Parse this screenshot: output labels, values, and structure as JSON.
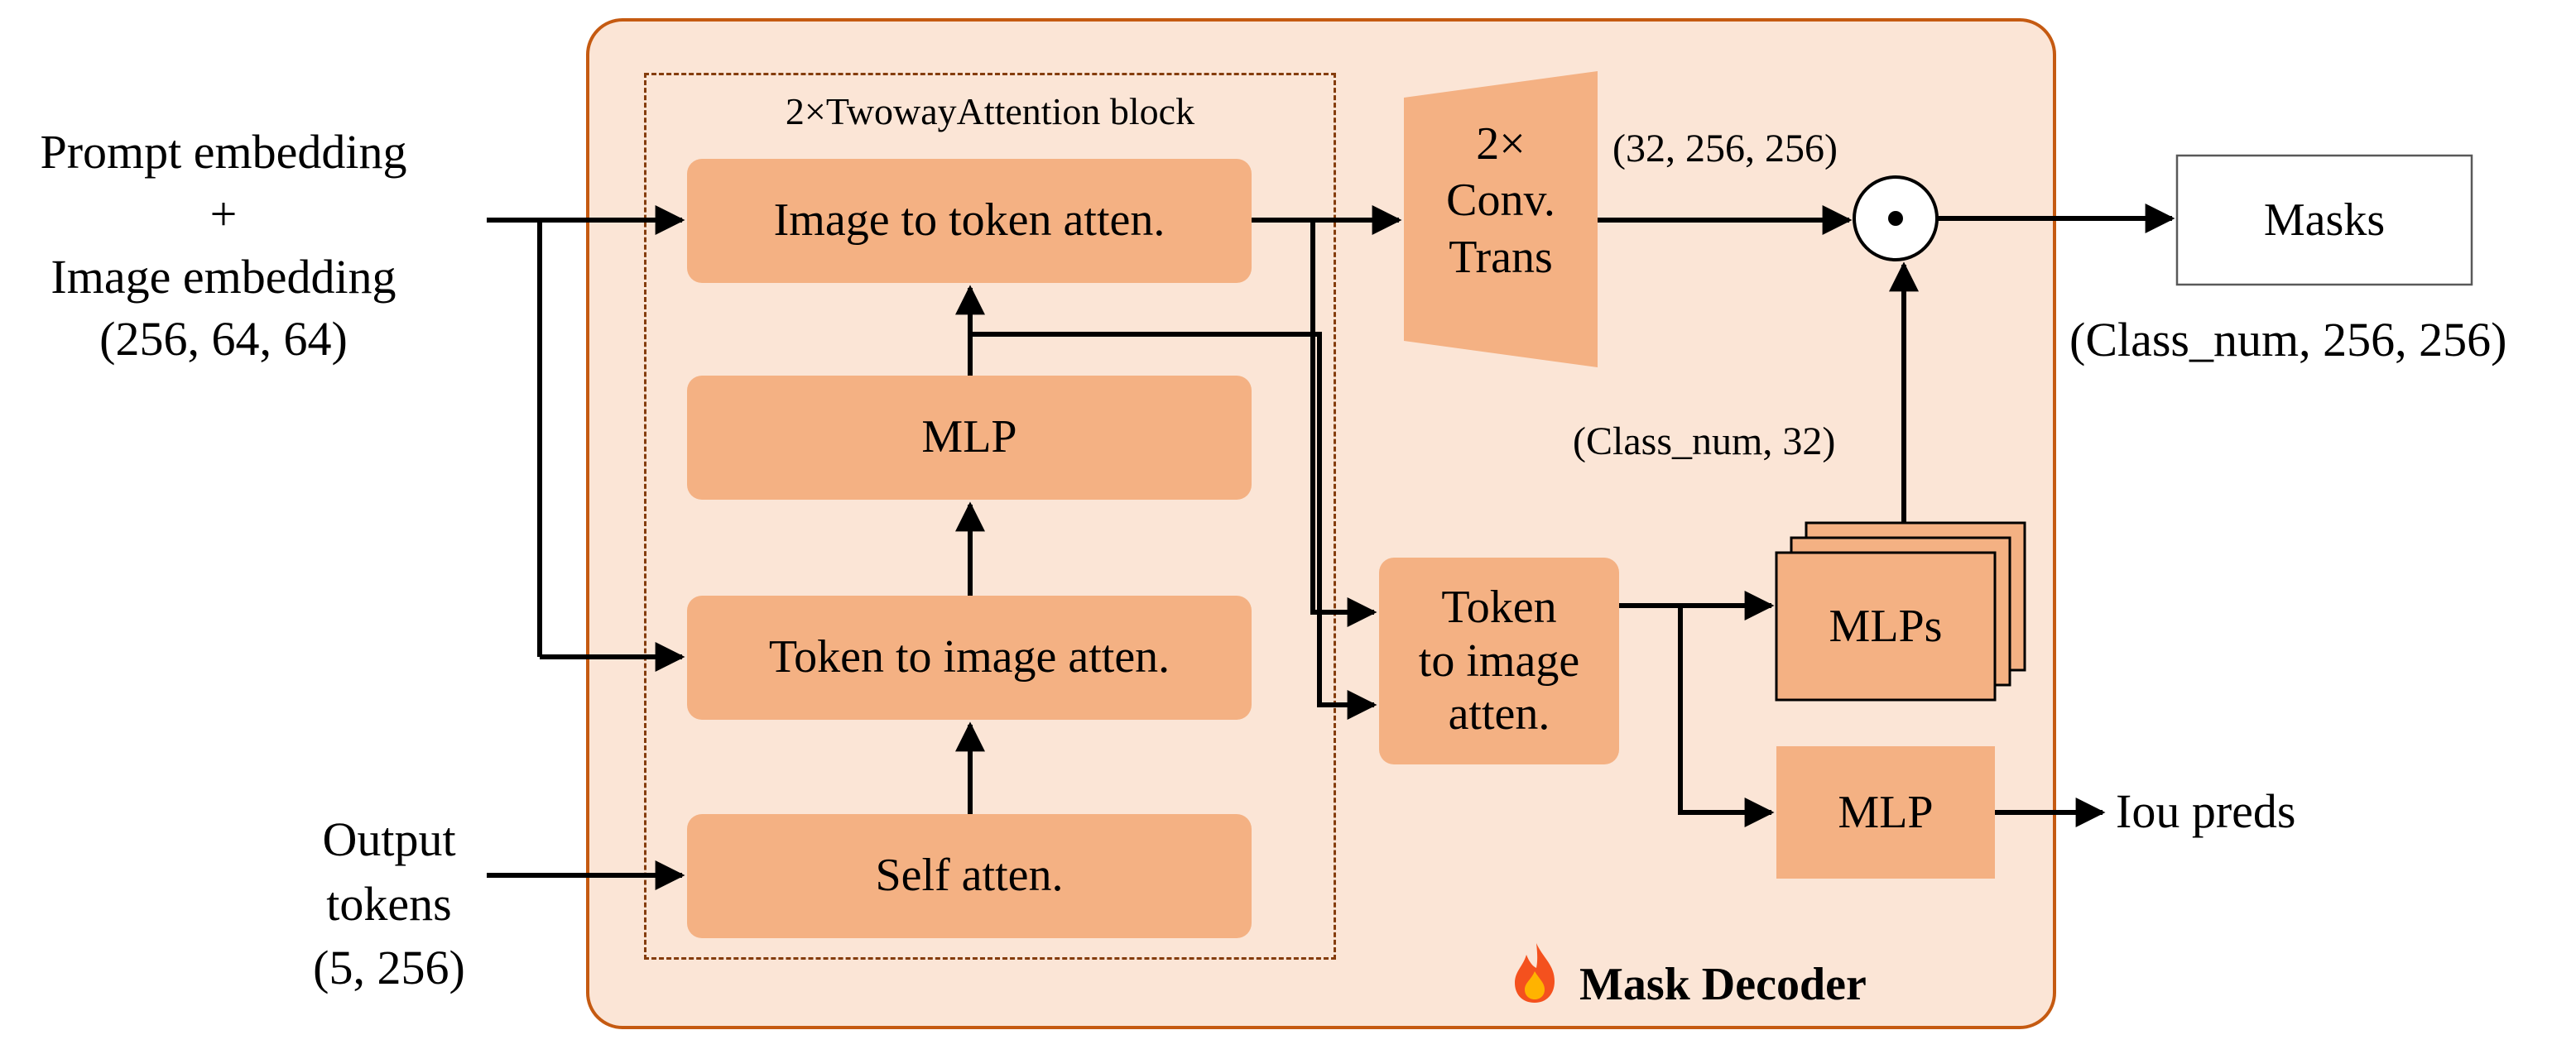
{
  "inputs": {
    "prompt_line1": "Prompt embedding",
    "prompt_plus": "+",
    "prompt_line2": "Image embedding",
    "prompt_shape": "(256, 64, 64)",
    "output_line1": "Output",
    "output_line2": "tokens",
    "output_shape": "(5, 256)"
  },
  "decoder": {
    "title": "Mask Decoder",
    "icon": "fire-icon",
    "block_title": "2×TwowayAttention block",
    "blocks": {
      "image_to_token": "Image to token atten.",
      "mlp": "MLP",
      "token_to_image": "Token to image atten.",
      "self_atten": "Self atten."
    },
    "conv_line1": "2×",
    "conv_line2": "Conv.",
    "conv_line3": "Trans",
    "token_to_image_2_line1": "Token",
    "token_to_image_2_line2": "to image",
    "token_to_image_2_line3": "atten.",
    "mlps": "MLPs",
    "mlp_iou": "MLP",
    "shape_conv": "(32, 256, 256)",
    "shape_mlps": "(Class_num, 32)"
  },
  "outputs": {
    "masks": "Masks",
    "masks_shape": "(Class_num, 256, 256)",
    "iou": "Iou preds"
  },
  "colors": {
    "panel_fill": "#fbe5d6",
    "panel_border": "#c55a11",
    "block_fill": "#f4b183",
    "dashed_border": "#843c0c",
    "arrow": "#000000"
  }
}
